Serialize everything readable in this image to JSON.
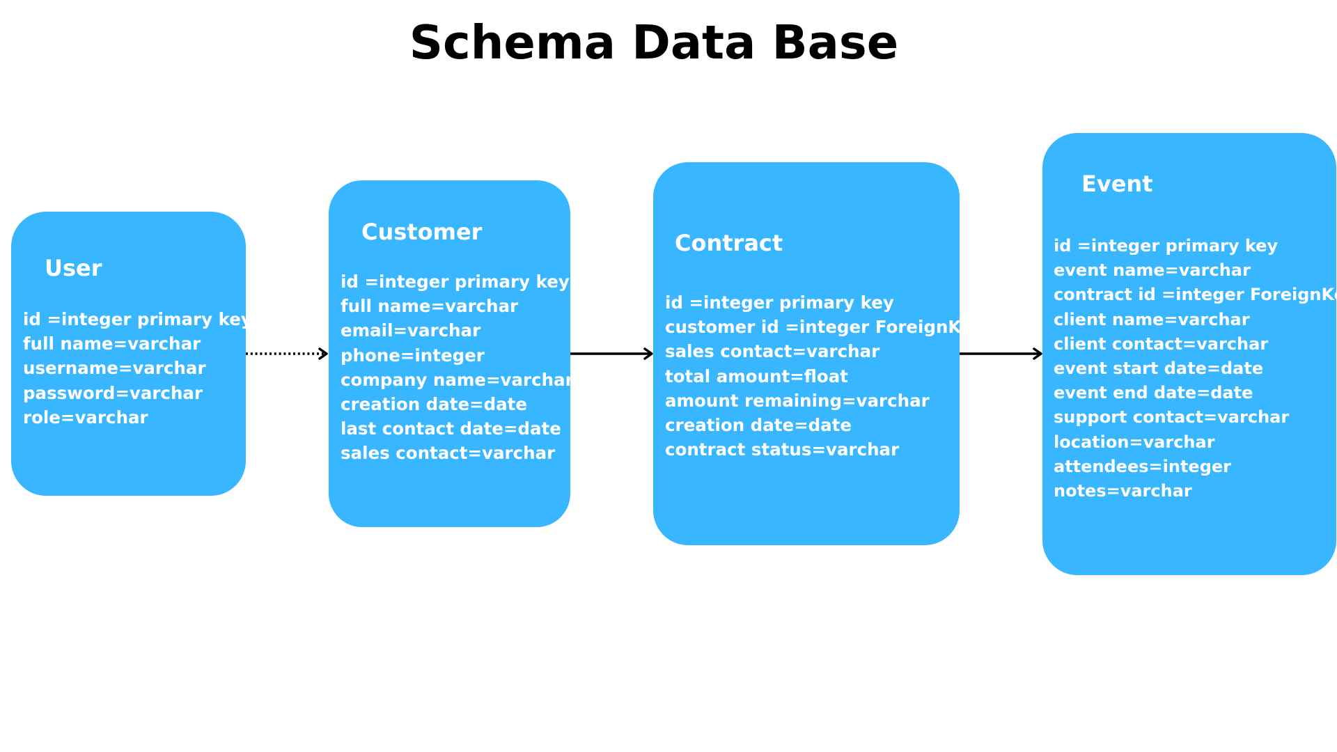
{
  "title": "Schema Data Base",
  "colors": {
    "entity_fill": "#38b6ff",
    "entity_text": "#ffffff",
    "title_text": "#000000",
    "connector": "#000000"
  },
  "entities": [
    {
      "title": "User",
      "fields": [
        "id =integer primary key",
        "full name=varchar",
        "username=varchar",
        "password=varchar",
        "role=varchar"
      ]
    },
    {
      "title": "Customer",
      "fields": [
        "id =integer primary key",
        "full name=varchar",
        "email=varchar",
        "phone=integer",
        "company name=varchar",
        "creation date=date",
        "last contact date=date",
        "sales contact=varchar"
      ]
    },
    {
      "title": "Contract",
      "fields": [
        "id =integer primary key",
        "customer id =integer ForeignKey",
        "sales contact=varchar",
        "total amount=float",
        "amount remaining=varchar",
        "creation date=date",
        "contract status=varchar"
      ]
    },
    {
      "title": "Event",
      "fields": [
        "id =integer primary key",
        "event name=varchar",
        "contract id =integer ForeignKey",
        "client name=varchar",
        "client contact=varchar",
        "event start date=date",
        "event end date=date",
        "support contact=varchar",
        "location=varchar",
        "attendees=integer",
        "notes=varchar"
      ]
    }
  ],
  "connectors": [
    {
      "from": "User",
      "to": "Customer",
      "style": "dotted",
      "arrow": "open-chevron"
    },
    {
      "from": "Customer",
      "to": "Contract",
      "style": "solid",
      "arrow": "open-chevron"
    },
    {
      "from": "Contract",
      "to": "Event",
      "style": "solid",
      "arrow": "open-chevron"
    }
  ]
}
